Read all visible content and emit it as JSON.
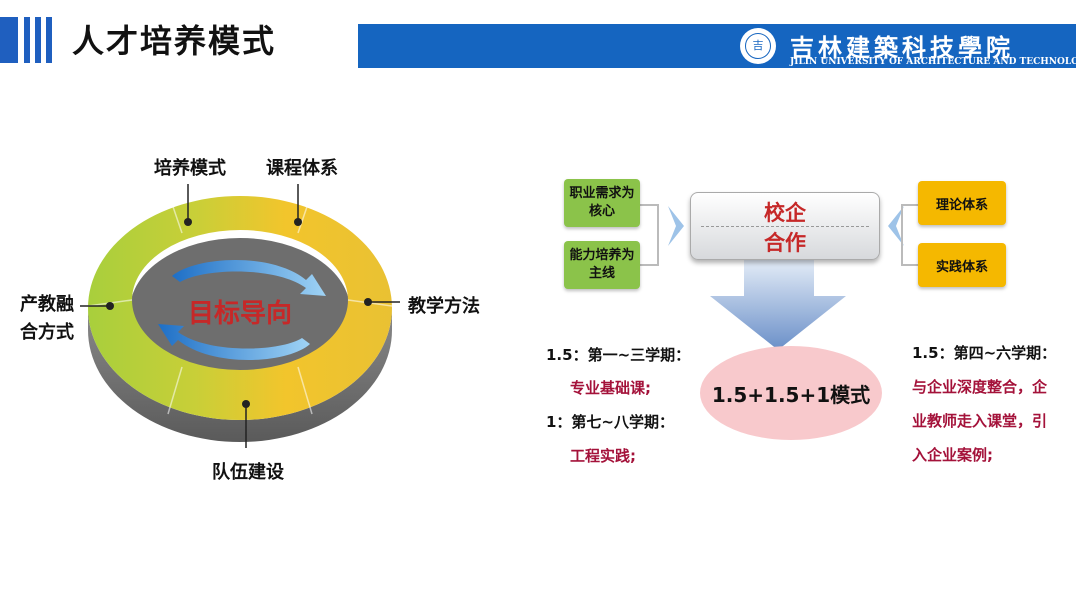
{
  "header": {
    "title": "人才培养模式",
    "school_cn": "吉林建築科技學院",
    "school_en": "JILIN UNIVERSITY OF ARCHITECTURE AND TECHNOLOGY"
  },
  "ring": {
    "center": "目标导向",
    "labels": {
      "top_left": "培养模式",
      "top_right": "课程体系",
      "right": "教学方法",
      "bottom": "队伍建设",
      "left_line1": "产教融",
      "left_line2": "合方式"
    }
  },
  "model": {
    "left_boxes": [
      {
        "line1": "职业需求为",
        "line2": "核心"
      },
      {
        "line1": "能力培养为",
        "line2": "主线"
      }
    ],
    "right_boxes": [
      "理论体系",
      "实践体系"
    ],
    "center_line1": "校企",
    "center_line2": "合作",
    "oval": "1.5+1.5+1模式",
    "left_notes": {
      "phase1": "1.5：第一~三学期：",
      "phase1_detail": "专业基础课;",
      "phase2": "1：第七~八学期：",
      "phase2_detail": "工程实践;"
    },
    "right_notes": {
      "phase": "1.5：第四~六学期：",
      "line1": "与企业深度整合，企",
      "line2": "业教师走入课堂，引",
      "line3": "入企业案例;"
    }
  },
  "colors": {
    "brand_blue": "#1565c0",
    "green_box": "#8bc34a",
    "yellow_box": "#f5b800",
    "accent_red": "#c62828",
    "oval_pink": "#f8c9cc"
  }
}
